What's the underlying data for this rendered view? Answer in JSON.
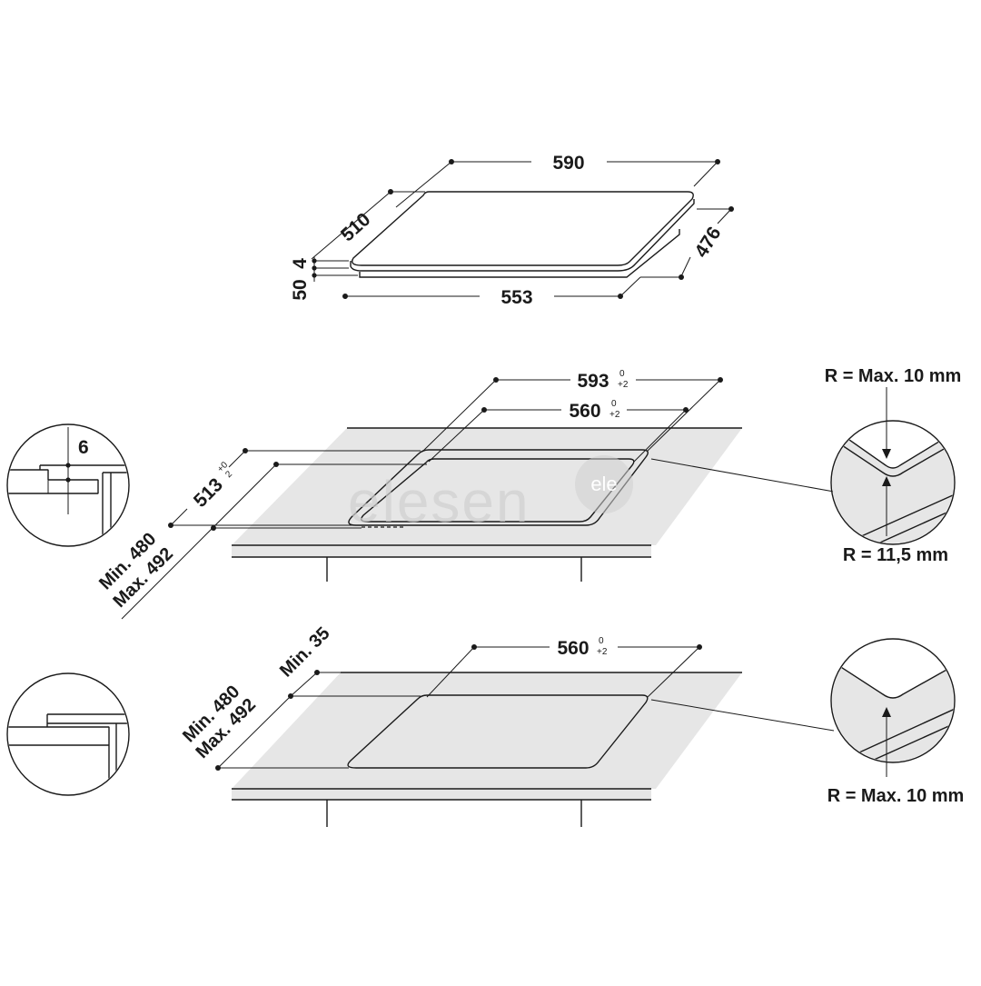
{
  "hob": {
    "width": "590",
    "depth": "510",
    "glass_thickness": "4",
    "body_height": "50",
    "base_width": "553",
    "base_depth": "476"
  },
  "cutout_flush": {
    "outer_width": "593",
    "outer_width_tol_top": "0",
    "outer_width_tol_bottom": "+2",
    "inner_width": "560",
    "inner_width_tol_top": "0",
    "inner_width_tol_bottom": "+2",
    "outer_depth": "513",
    "outer_depth_tol_top": "+0",
    "outer_depth_tol_bottom": "2",
    "inner_depth_min": "Min. 480",
    "inner_depth_max": "Max. 492",
    "recess_depth": "6",
    "outer_corner_radius": "R = Max. 10 mm",
    "inner_corner_radius": "R = 11,5 mm"
  },
  "cutout_standard": {
    "width": "560",
    "width_tol_top": "0",
    "width_tol_bottom": "+2",
    "edge_distance": "Min. 35",
    "depth_min": "Min. 480",
    "depth_max": "Max. 492",
    "corner_radius": "R = Max. 10 mm"
  },
  "watermark": "elesen",
  "watermark_badge": "ele"
}
